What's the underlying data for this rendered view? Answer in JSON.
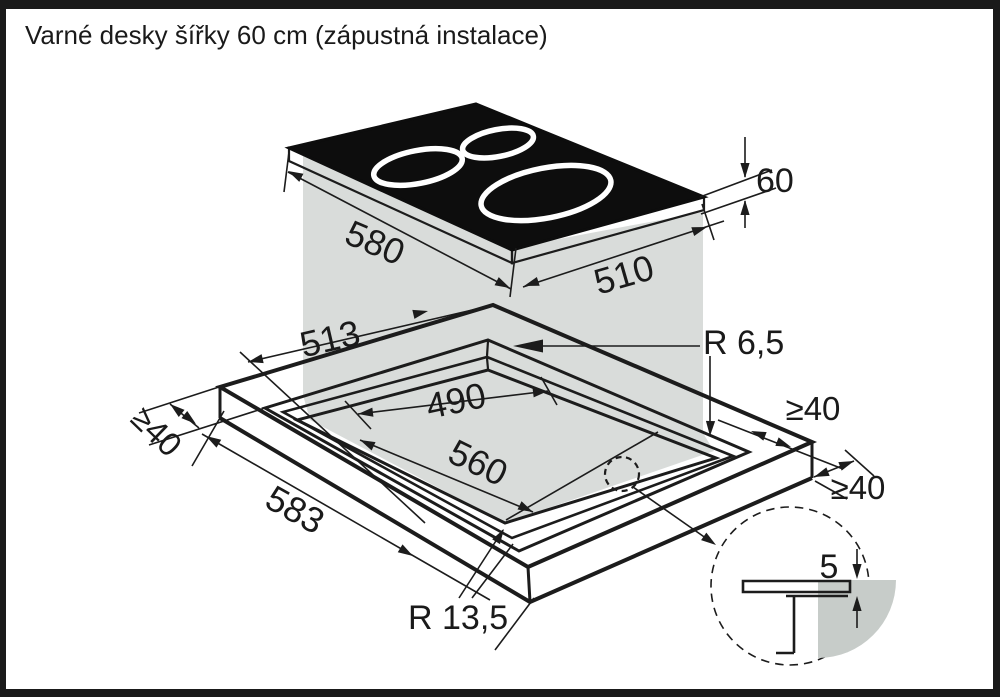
{
  "title": "Varné desky šířky 60 cm (zápustná instalace)",
  "colors": {
    "line": "#1c1c1c",
    "hob_glass": "#0d0d0d",
    "column_gray": "#d9dcda",
    "detail_gray": "#c7ccc9",
    "background": "#ffffff"
  },
  "hob": {
    "width": "580",
    "depth": "510",
    "height": "60"
  },
  "cutout": {
    "recess_width": "513",
    "worktop_width": "583",
    "inner_depth": "490",
    "inner_width": "560",
    "recess_radius": "R 6,5",
    "inner_radius": "R 13,5",
    "clearance_left": "≥40",
    "clearance_right_top": "≥40",
    "clearance_right_bottom": "≥40"
  },
  "detail": {
    "glass_thickness": "5"
  }
}
